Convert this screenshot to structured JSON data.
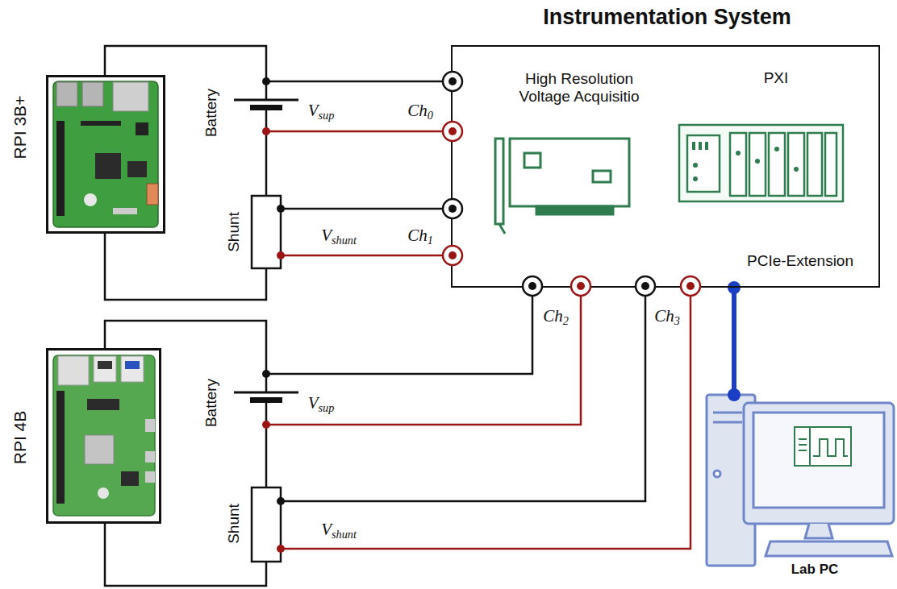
{
  "diagram": {
    "nodes": [
      {
        "text": [
          "Instrumentation System"
        ]
      },
      {
        "text": [
          "RPI 3B+"
        ]
      },
      {
        "text": [
          "RPI 4B"
        ]
      },
      {
        "text": [
          "Lab PC"
        ]
      }
    ],
    "edges": [
      {
        "from": 0,
        "to": 3,
        "arrow": "none",
        "label": "PCIe-Extension"
      }
    ],
    "labels": [
      "High Resolution Voltage Acquisitio",
      "PXI",
      "Battery",
      "Vsup",
      "Ch0",
      "Shunt",
      "Vshunt",
      "Ch1",
      "Ch2",
      "Ch3",
      "Battery",
      "Vsup",
      "Shunt",
      "Vshunt"
    ]
  }
}
